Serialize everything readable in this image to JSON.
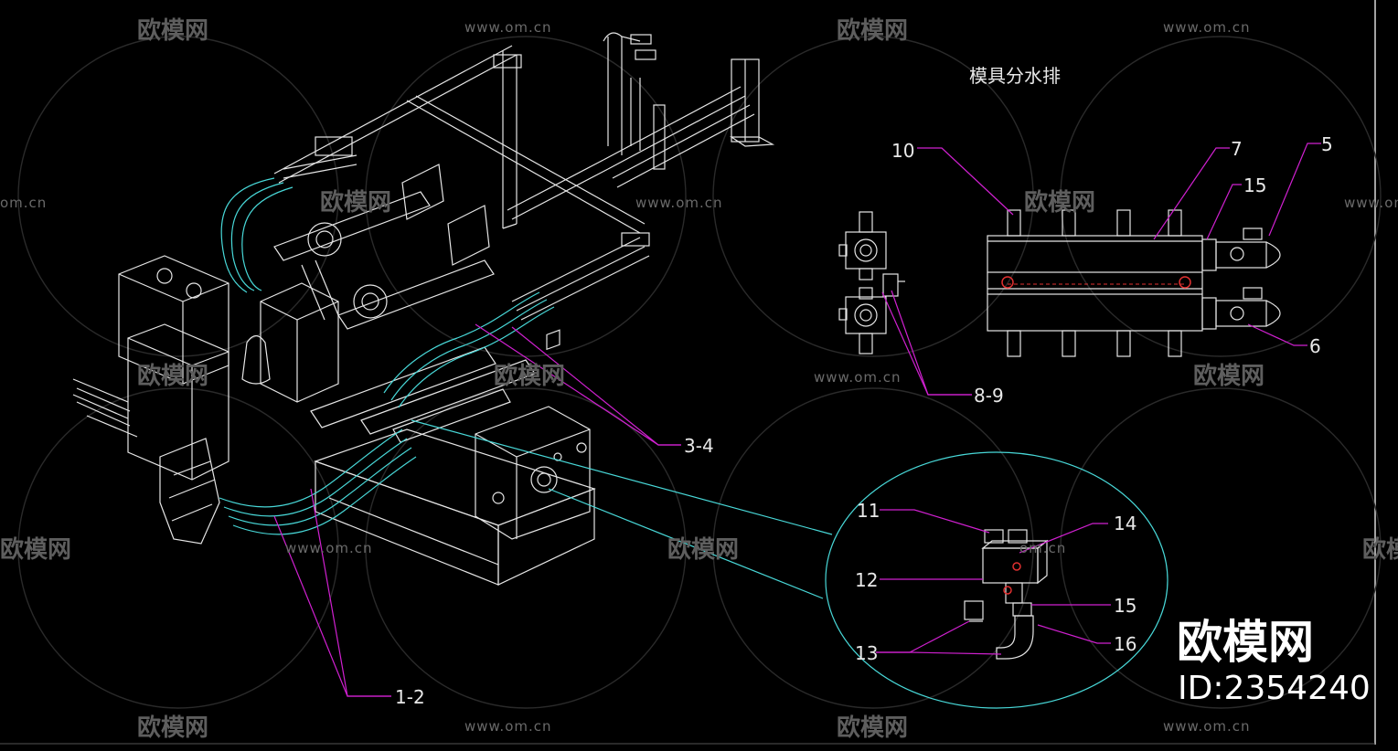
{
  "title": "模具分水排",
  "labels": {
    "l10": "10",
    "l7": "7",
    "l5": "5",
    "l15a": "15",
    "l6": "6",
    "l89": "8-9",
    "l34": "3-4",
    "l12b": "1-2",
    "l11": "11",
    "l14": "14",
    "l12": "12",
    "l15b": "15",
    "l13": "13",
    "l16": "16"
  },
  "watermark": {
    "url": "www.om.cn",
    "cn": "欧模网",
    "short_url": "om.cn"
  },
  "brand": {
    "name": "欧模网",
    "id": "ID:2354240"
  },
  "colors": {
    "background": "#000000",
    "line": "#e6e6e6",
    "leader": "#d020d0",
    "detail": "#48d8d8",
    "accent": "#e03030"
  }
}
